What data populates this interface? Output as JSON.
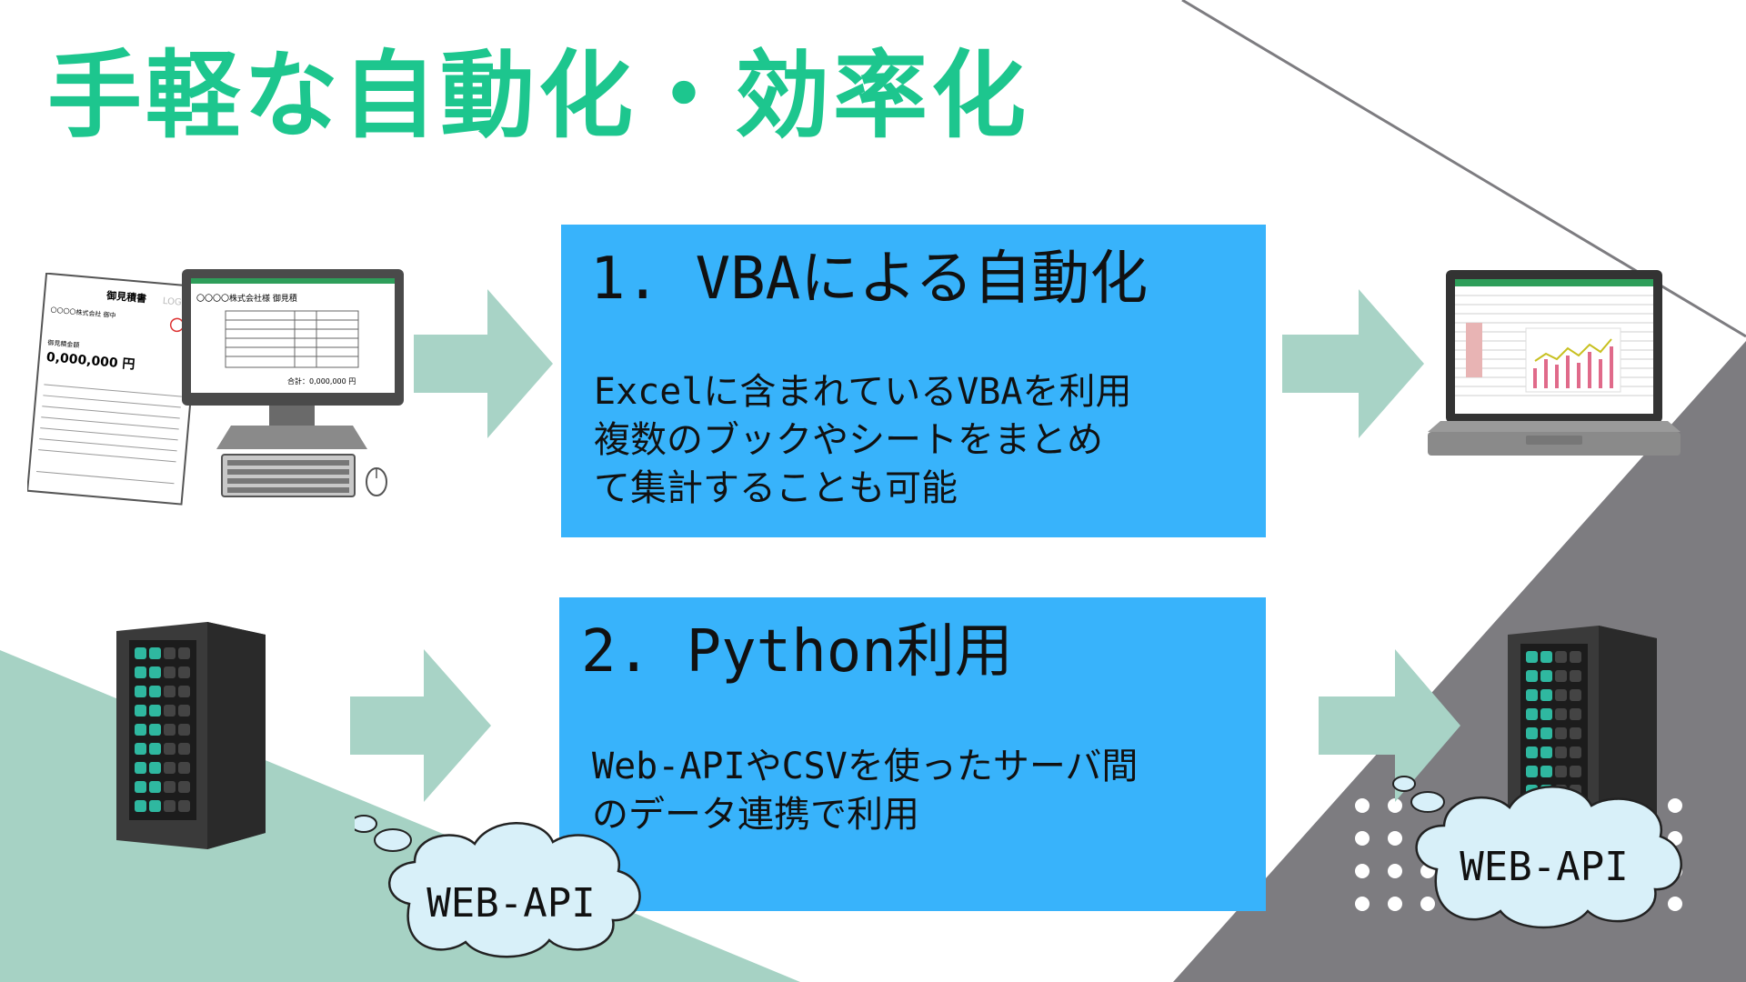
{
  "title": "手軽な自動化・効率化",
  "sections": [
    {
      "heading": "1. VBAによる自動化",
      "lines": [
        "Excelに含まれているVBAを利用",
        "複数のブックやシートをまとめ",
        "て集計することも可能"
      ]
    },
    {
      "heading": "2. Python利用",
      "lines": [
        "Web-APIやCSVを使ったサーバ間",
        "のデータ連携で利用"
      ]
    }
  ],
  "quote": {
    "doc_title": "御見積書",
    "logo": "LOGO",
    "company": "〇〇〇〇株式会社 御中",
    "amount_label": "御見積金額",
    "amount": "0,000,000 円",
    "monitor_header": "〇〇〇〇株式会社様 御見積",
    "monitor_total": "合計：0,000,000 円"
  },
  "clouds": {
    "left": "WEB-API",
    "right": "WEB-API"
  },
  "colors": {
    "accent": "#1dc68e",
    "panel": "#38b3fb",
    "arrow": "#a8d3c6",
    "bg_teal": "#a6d2c4",
    "bg_gray": "#7d7c80",
    "cloud": "#d8f0f9"
  }
}
